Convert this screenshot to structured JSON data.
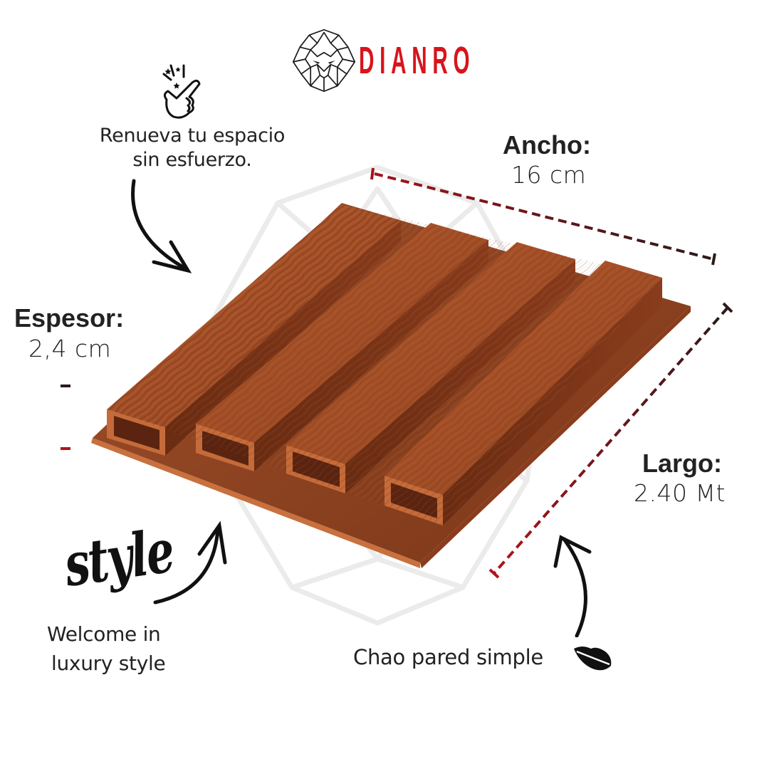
{
  "brand": {
    "name": "DIANRO",
    "logo_icon": "geometric-lion-head-icon",
    "color": "#d8141c"
  },
  "taglines": {
    "renew": {
      "line1": "Renueva tu espacio",
      "line2": "sin esfuerzo.",
      "icon": "finger-snap-icon"
    },
    "style_script": "style",
    "luxury": {
      "line1": "Welcome in",
      "line2": "luxury style"
    },
    "goodbye": {
      "text": "Chao pared simple",
      "icon": "lips-kiss-icon"
    }
  },
  "specs": {
    "width": {
      "label": "Ancho:",
      "value": "16 cm"
    },
    "thickness": {
      "label": "Espesor:",
      "value": "2,4 cm"
    },
    "length": {
      "label": "Largo:",
      "value": "2.40 Mt"
    }
  },
  "product": {
    "description": "wood-grain fluted wall panel with 4 hollow rectangular slats",
    "slat_count": 4,
    "wood_color": "#a44e24",
    "wood_dark": "#6e2f14",
    "wood_light": "#c2693a"
  },
  "colors": {
    "dimension_line_red": "#a3131b",
    "dimension_line_dark": "#3a1a1a",
    "text": "#222222",
    "watermark": "#ececec"
  }
}
